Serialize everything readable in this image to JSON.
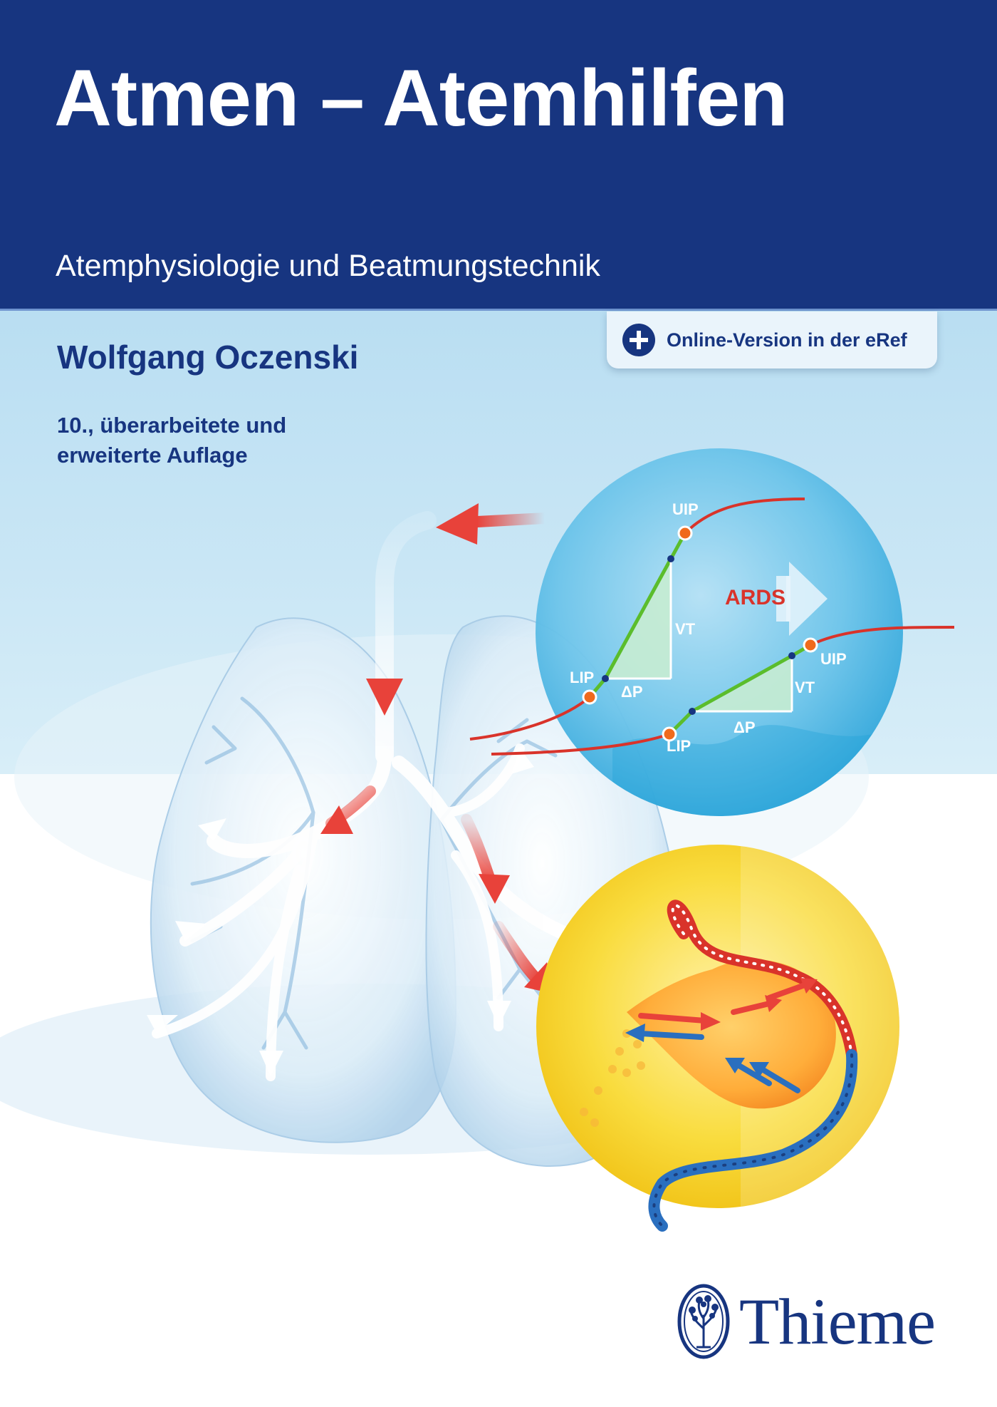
{
  "cover": {
    "title": "Atmen – Atemhilfen",
    "subtitle": "Atemphysiologie und Beatmungstechnik",
    "author": "Wolfgang Oczenski",
    "edition_line1": "10., überarbeitete und",
    "edition_line2": "erweiterte Auflage",
    "badge_label": "Online-Version in der eRef",
    "publisher": "Thieme"
  },
  "diagram": {
    "ards_label": "ARDS",
    "curve1": {
      "uip_label": "UIP",
      "lip_label": "LIP",
      "vt_label": "VT",
      "dp_label": "ΔP"
    },
    "curve2": {
      "uip_label": "UIP",
      "lip_label": "LIP",
      "vt_label": "VT",
      "dp_label": "ΔP"
    }
  },
  "colors": {
    "brand_navy": "#173580",
    "sky_blue": "#b9def2",
    "curve_red": "#d9332a",
    "curve_green": "#5bbd2c",
    "point_orange": "#f06a1c",
    "alveolus_yellow": "#f7d21e"
  },
  "icons": {
    "badge_icon": "plus-circle-icon",
    "publisher_icon": "tree-seal-icon"
  }
}
